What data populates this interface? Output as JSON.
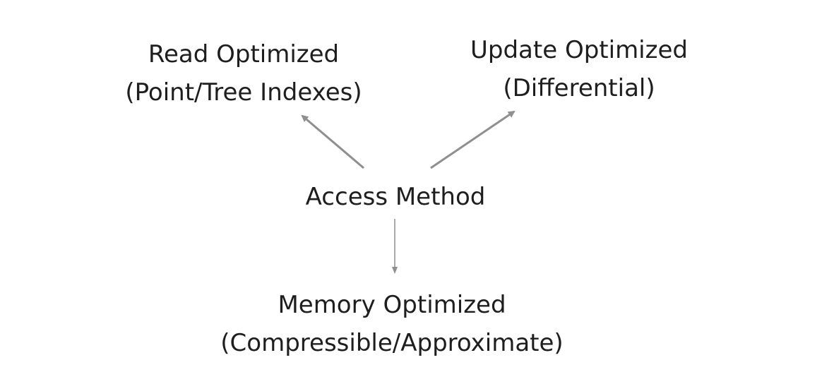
{
  "diagram": {
    "center": {
      "label": "Access Method"
    },
    "read_optimized": {
      "title": "Read Optimized",
      "subtitle": "(Point/Tree Indexes)"
    },
    "update_optimized": {
      "title": "Update Optimized",
      "subtitle": "(Differential)"
    },
    "memory_optimized": {
      "title": "Memory Optimized",
      "subtitle": "(Compressible/Approximate)"
    },
    "colors": {
      "text": "#1e1e1e",
      "arrow": "#8f8f8f",
      "background": "#ffffff"
    }
  }
}
